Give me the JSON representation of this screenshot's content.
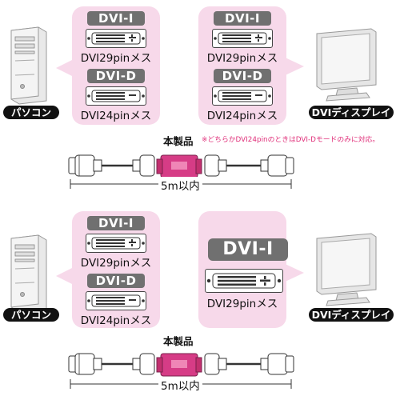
{
  "section1": {
    "pc_label": "パソコン",
    "display_label": "DVIディスプレイ",
    "left_panel": {
      "top_tag": "DVI-I",
      "top_caption": "DVI29pinメス",
      "bottom_tag": "DVI-D",
      "bottom_caption": "DVI24pinメス"
    },
    "right_panel": {
      "top_tag": "DVI-I",
      "top_caption": "DVI29pinメス",
      "bottom_tag": "DVI-D",
      "bottom_caption": "DVI24pinメス"
    },
    "product_label": "本製品",
    "note_mark": "※",
    "note": "※どちらかDVI24pinのときはDVI-Dモードのみに対応。",
    "distance": "5m以内"
  },
  "section2": {
    "pc_label": "パソコン",
    "display_label": "DVIディスプレイ",
    "left_panel": {
      "top_tag": "DVI-I",
      "top_caption": "DVI29pinメス",
      "bottom_tag": "DVI-D",
      "bottom_caption": "DVI24pinメス"
    },
    "right_panel": {
      "tag": "DVI-I",
      "caption": "DVI29pinメス"
    },
    "product_label": "本製品",
    "distance": "5m以内"
  },
  "colors": {
    "panel_pink": "#f7d9ea",
    "tag_gray": "#707070",
    "product_magenta": "#d63c86",
    "note_pink": "#e0307a",
    "label_black": "#111111"
  }
}
